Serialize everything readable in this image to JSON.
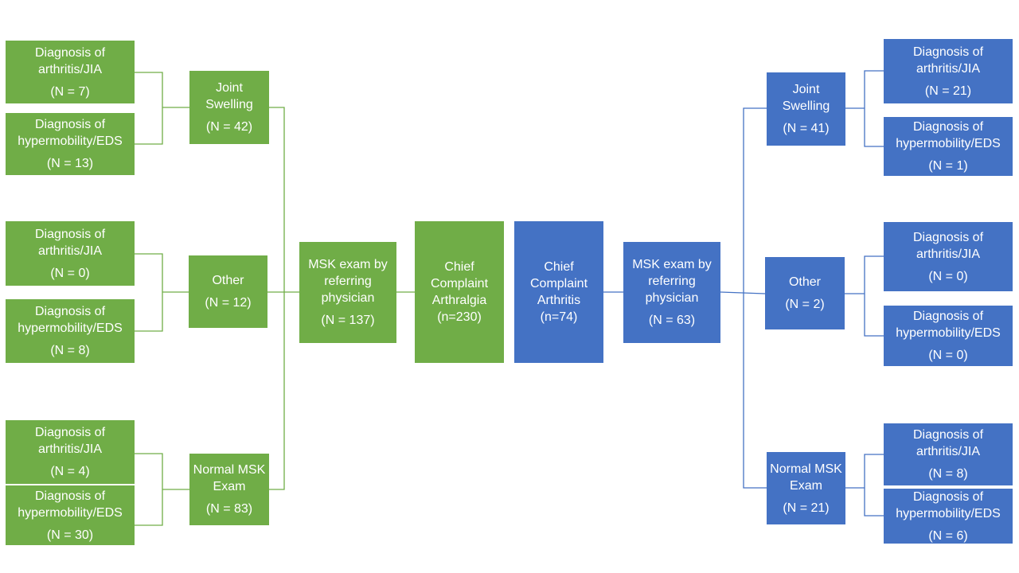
{
  "colors": {
    "green": "#70ad47",
    "blue": "#4472c4"
  },
  "left": {
    "chief": {
      "line1": "Chief",
      "line2": "Complaint",
      "line3": "Arthralgia",
      "n": "(n=230)"
    },
    "msk": {
      "line1": "MSK exam by",
      "line2": "referring",
      "line3": "physician",
      "n": "(N = 137)"
    },
    "swelling": {
      "line1": "Joint",
      "line2": "Swelling",
      "n": "(N = 42)"
    },
    "other": {
      "line1": "Other",
      "n": "(N = 12)"
    },
    "normal": {
      "line1": "Normal MSK",
      "line2": "Exam",
      "n": "(N = 83)"
    },
    "swelling_jia": {
      "line1": "Diagnosis of",
      "line2": "arthritis/JIA",
      "n": "(N = 7)"
    },
    "swelling_eds": {
      "line1": "Diagnosis of",
      "line2": "hypermobility/EDS",
      "n": "(N = 13)"
    },
    "other_jia": {
      "line1": "Diagnosis of",
      "line2": "arthritis/JIA",
      "n": "(N = 0)"
    },
    "other_eds": {
      "line1": "Diagnosis of",
      "line2": "hypermobility/EDS",
      "n": "(N = 8)"
    },
    "normal_jia": {
      "line1": "Diagnosis of",
      "line2": "arthritis/JIA",
      "n": "(N = 4)"
    },
    "normal_eds": {
      "line1": "Diagnosis of",
      "line2": "hypermobility/EDS",
      "n": "(N = 30)"
    }
  },
  "right": {
    "chief": {
      "line1": "Chief",
      "line2": "Complaint",
      "line3": "Arthritis",
      "n": "(n=74)"
    },
    "msk": {
      "line1": "MSK exam by",
      "line2": "referring",
      "line3": "physician",
      "n": "(N = 63)"
    },
    "swelling": {
      "line1": "Joint",
      "line2": "Swelling",
      "n": "(N = 41)"
    },
    "other": {
      "line1": "Other",
      "n": "(N = 2)"
    },
    "normal": {
      "line1": "Normal MSK",
      "line2": "Exam",
      "n": "(N = 21)"
    },
    "swelling_jia": {
      "line1": "Diagnosis of",
      "line2": "arthritis/JIA",
      "n": "(N = 21)"
    },
    "swelling_eds": {
      "line1": "Diagnosis of",
      "line2": "hypermobility/EDS",
      "n": "(N = 1)"
    },
    "other_jia": {
      "line1": "Diagnosis of",
      "line2": "arthritis/JIA",
      "n": "(N = 0)"
    },
    "other_eds": {
      "line1": "Diagnosis of",
      "line2": "hypermobility/EDS",
      "n": "(N = 0)"
    },
    "normal_jia": {
      "line1": "Diagnosis of",
      "line2": "arthritis/JIA",
      "n": "(N = 8)"
    },
    "normal_eds": {
      "line1": "Diagnosis of",
      "line2": "hypermobility/EDS",
      "n": "(N = 6)"
    }
  }
}
